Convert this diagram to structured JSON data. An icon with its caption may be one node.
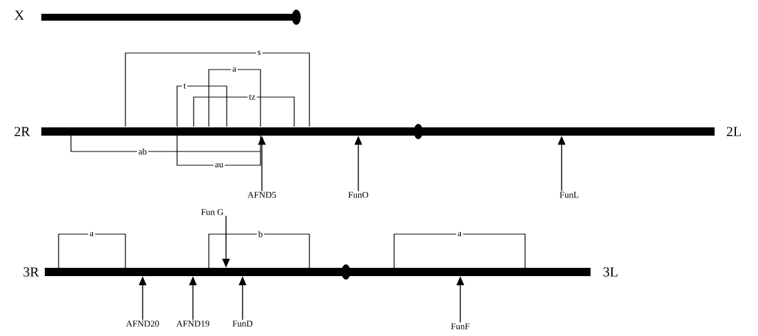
{
  "diagram": {
    "nodes": [
      {
        "text": [],
        "shape": "bar",
        "beside": [
          "X"
        ]
      },
      {
        "text": [],
        "shape": "bar",
        "beside": [
          "2R",
          "2L"
        ]
      },
      {
        "text": [],
        "shape": "bar",
        "beside": [
          "3R",
          "3L"
        ]
      },
      {
        "text": [
          "AFND5"
        ]
      },
      {
        "text": [
          "FunO"
        ]
      },
      {
        "text": [
          "FunL"
        ]
      },
      {
        "text": [
          "Fun G"
        ]
      },
      {
        "text": [
          "AFND20"
        ]
      },
      {
        "text": [
          "AFND19"
        ]
      },
      {
        "text": [
          "FunD"
        ]
      },
      {
        "text": [
          "FunF"
        ]
      }
    ],
    "edges": [
      {
        "from": 3,
        "to": 1,
        "arrow": "to"
      },
      {
        "from": 4,
        "to": 1,
        "arrow": "to"
      },
      {
        "from": 5,
        "to": 1,
        "arrow": "to"
      },
      {
        "from": 6,
        "to": 2,
        "arrow": "to"
      },
      {
        "from": 7,
        "to": 2,
        "arrow": "to"
      },
      {
        "from": 8,
        "to": 2,
        "arrow": "to"
      },
      {
        "from": 9,
        "to": 2,
        "arrow": "to"
      },
      {
        "from": 10,
        "to": 2,
        "arrow": "to"
      }
    ],
    "labels": [
      "s",
      "a",
      "t",
      "tz",
      "ab",
      "au",
      "a",
      "b",
      "a"
    ]
  }
}
